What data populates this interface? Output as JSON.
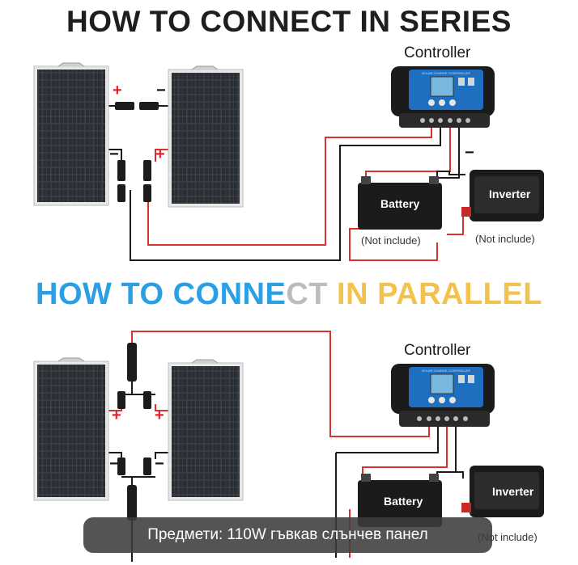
{
  "titles": {
    "series": "HOW TO CONNECT IN SERIES",
    "parallel": [
      {
        "text": "HOW TO CONNE",
        "color": "#2b9fe4"
      },
      {
        "text": "CT",
        "color": "#b9bdbe"
      },
      {
        "text": " IN PARALLEL",
        "color": "#f2c24d"
      }
    ]
  },
  "series_diagram": {
    "controller_label": "Controller",
    "battery_label": "Battery",
    "inverter_label": "Inverter",
    "battery_note": "(Not include)",
    "inverter_note": "(Not include)",
    "polarity": {
      "plus": "+",
      "minus": "−"
    }
  },
  "parallel_diagram": {
    "controller_label": "Controller",
    "battery_label": "Battery",
    "inverter_label": "Inverter",
    "inverter_note": "(Not include)",
    "polarity": {
      "plus": "+",
      "minus": "−"
    }
  },
  "controller_screen_text": "SOLAR CHARGE CONTROLLER",
  "caption": "Предмети: 110W гъвкав слънчев панел",
  "colors": {
    "wire_positive": "#d9312b",
    "wire_negative": "#1a1a1a",
    "controller_face": "#1e6fc0",
    "screen": "#7ab8e0",
    "device_body": "#1b1b1b"
  }
}
